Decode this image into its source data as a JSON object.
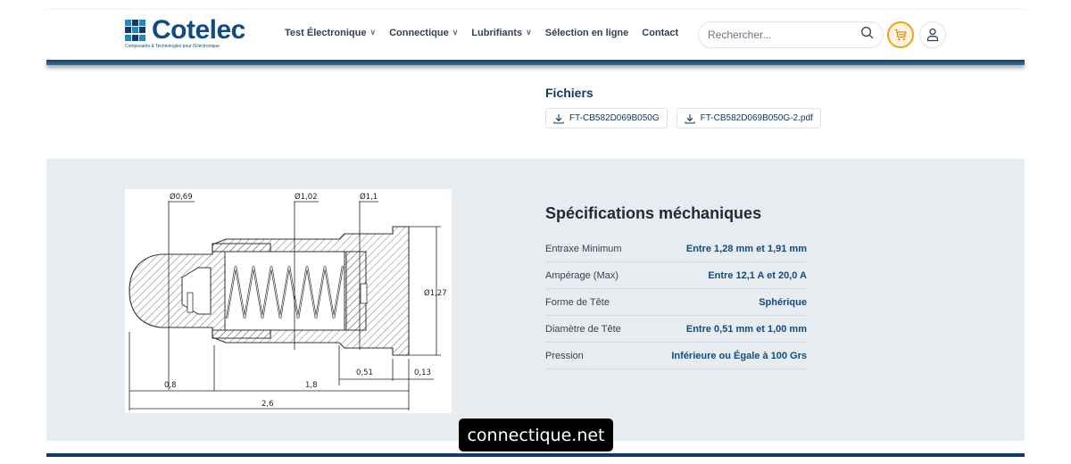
{
  "brand": {
    "name": "Cotelec",
    "tagline": "Composants & Technologies pour l'Electronique",
    "colors": {
      "primary": "#0f4c81",
      "accent": "#1e88c9",
      "cart": "#f4a018"
    }
  },
  "nav": {
    "items": [
      {
        "label": "Test Électronique",
        "dropdown": true
      },
      {
        "label": "Connectique",
        "dropdown": true
      },
      {
        "label": "Lubrifiants",
        "dropdown": true
      },
      {
        "label": "Sélection en ligne",
        "dropdown": false
      },
      {
        "label": "Contact",
        "dropdown": false
      }
    ]
  },
  "search": {
    "placeholder": "Rechercher...",
    "value": "",
    "icon": "search-icon"
  },
  "icons": {
    "cart": "cart-icon",
    "user": "user-icon",
    "download": "download-icon"
  },
  "files": {
    "title": "Fichiers",
    "items": [
      "FT-CB582D069B050G",
      "FT-CB582D069B050G-2.pdf"
    ]
  },
  "drawing": {
    "dims": {
      "d069": "Ø0,69",
      "d102": "Ø1,02",
      "d11": "Ø1,1",
      "d127": "Ø1,27",
      "l08": "0,8",
      "l18": "1,8",
      "l051": "0,51",
      "l013": "0,13",
      "l26": "2,6"
    }
  },
  "specs": {
    "title": "Spécifications méchaniques",
    "rows": [
      {
        "label": "Entraxe Minimum",
        "value": "Entre 1,28 mm et 1,91 mm"
      },
      {
        "label": "Ampérage (Max)",
        "value": "Entre 12,1 A et 20,0 A"
      },
      {
        "label": "Forme de Tête",
        "value": "Sphérique"
      },
      {
        "label": "Diamètre de Tête",
        "value": "Entre 0,51 mm et 1,00 mm"
      },
      {
        "label": "Pression",
        "value": "Inférieure ou Égale à 100 Grs"
      }
    ]
  },
  "watermark": "connectique.net"
}
